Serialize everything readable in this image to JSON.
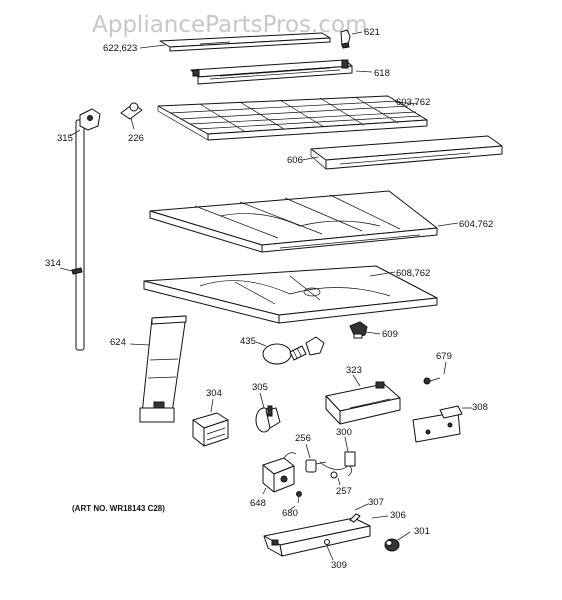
{
  "watermark": "AppliancePartsPros.com",
  "art_number": "(ART NO. WR18143 C28)",
  "callouts": {
    "c621": "621",
    "c622_623": "622,623",
    "c618": "618",
    "c603_762": "603,762",
    "c315": "315",
    "c226": "226",
    "c606": "606",
    "c604_762": "604,762",
    "c314": "314",
    "c608_762": "608,762",
    "c624": "624",
    "c435": "435",
    "c609": "609",
    "c679": "679",
    "c323": "323",
    "c304": "304",
    "c305": "305",
    "c308": "308",
    "c256": "256",
    "c300": "300",
    "c648": "648",
    "c257": "257",
    "c680": "680",
    "c307": "307",
    "c306": "306",
    "c301": "301",
    "c309": "309"
  }
}
